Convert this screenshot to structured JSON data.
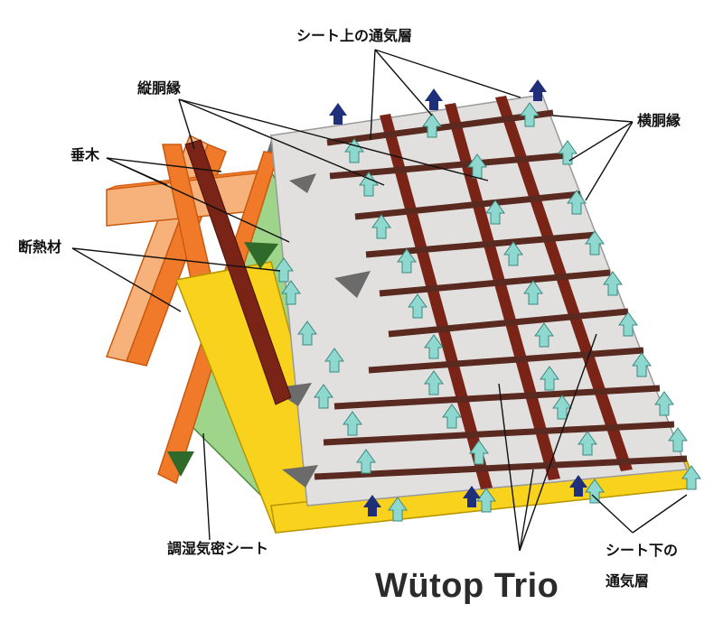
{
  "labels": {
    "air_layer_above_sheet": "シート上の通気層",
    "vertical_batten": "縦胴縁",
    "horizontal_batten": "横胴縁",
    "rafter": "垂木",
    "insulation": "断熱材",
    "vapor_control_sheet": "調湿気密シート",
    "air_layer_below_sheet_line1": "シート下の",
    "air_layer_below_sheet_line2": "通気層",
    "product_name": "Wütop Trio"
  },
  "colors": {
    "rafter_orange": "#f07a2a",
    "rafter_light": "#f6b27a",
    "vertical_batten": "#7a2418",
    "horizontal_batten": "#5a2a20",
    "membrane": "#e2e0df",
    "insulation_yellow": "#f8d21c",
    "vapor_sheet_green": "#9fd58a",
    "arrow_teal": "#8ed8cf",
    "arrow_navy": "#1f2f7a"
  }
}
